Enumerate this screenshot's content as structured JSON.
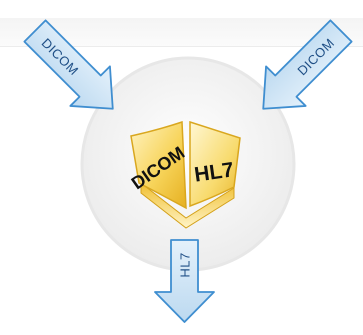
{
  "arrows": {
    "left_label": "DICOM",
    "right_label": "DICOM",
    "bottom_label": "HL7"
  },
  "cube": {
    "left_face_label": "DICOM",
    "right_face_label": "HL7"
  },
  "colors": {
    "arrow_fill": "#cfe5f6",
    "arrow_stroke": "#3f8ed0",
    "arrow_text": "#1f4f86",
    "circle_fill": "#f3f3f3",
    "cube_gold": "#f1c338",
    "cube_light": "#fff5c9",
    "cube_text": "#111111"
  },
  "icons": {
    "left": "arrow-down-right-icon",
    "right": "arrow-down-left-icon",
    "bottom": "arrow-down-icon",
    "center": "cube-icon"
  }
}
